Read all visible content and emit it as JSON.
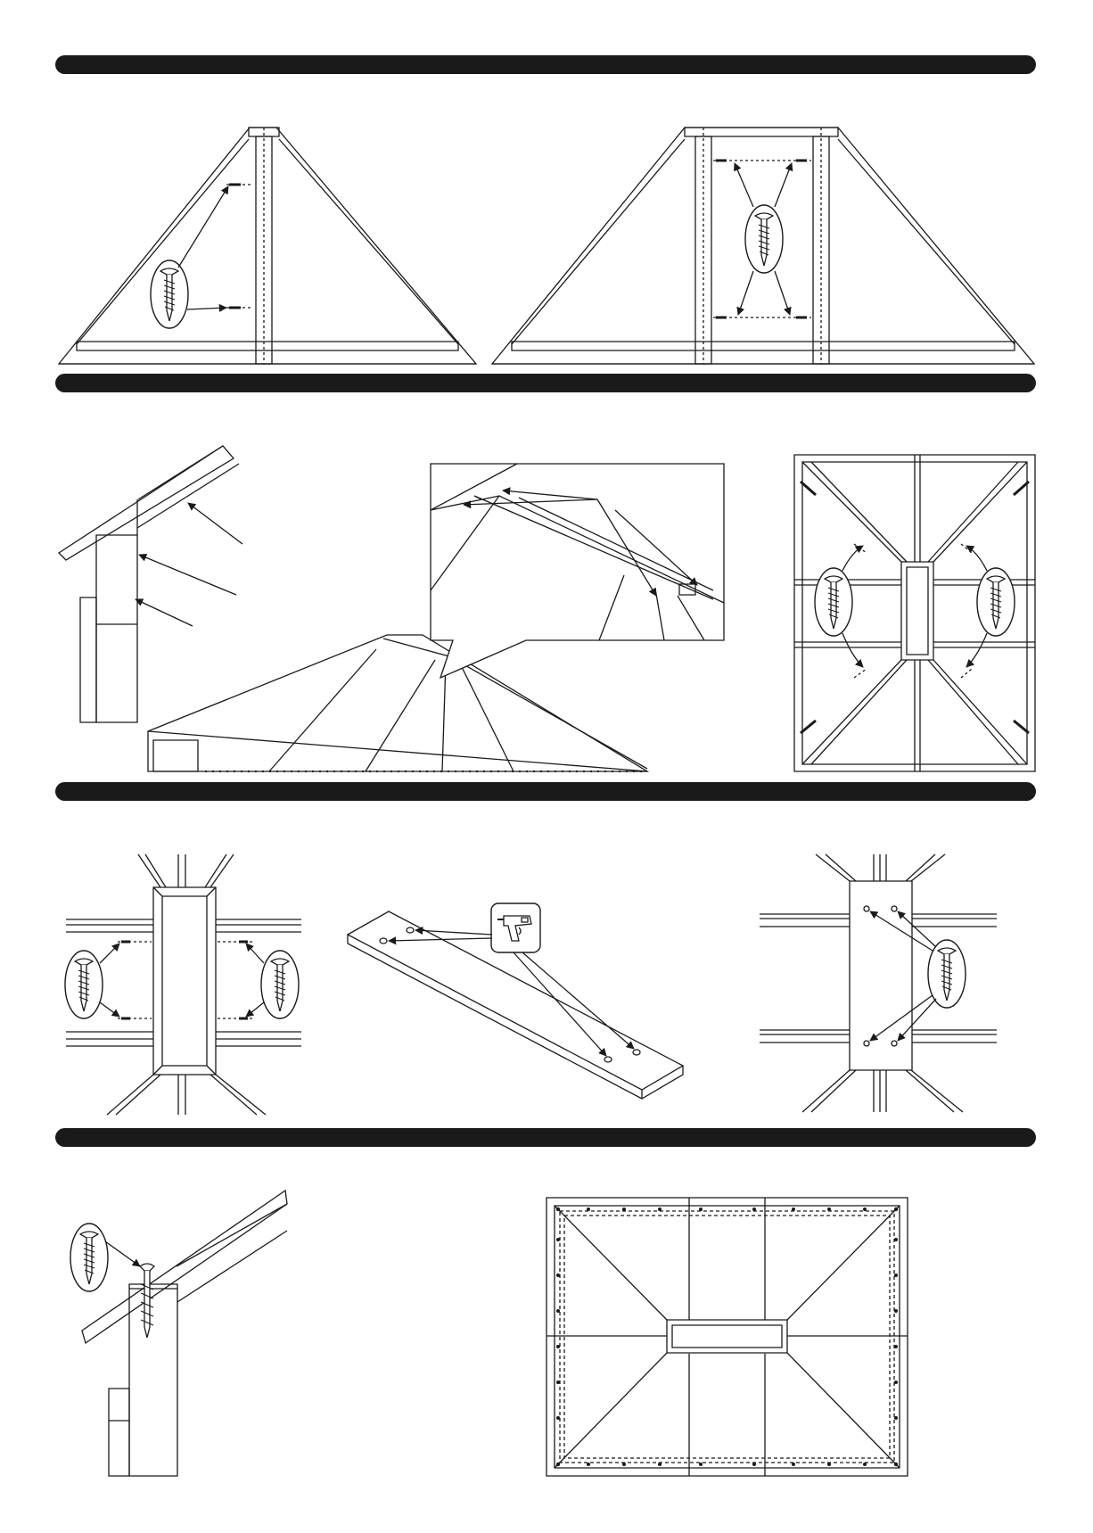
{
  "sections": [
    {
      "name": "step-band-1"
    },
    {
      "name": "step-band-2"
    },
    {
      "name": "step-band-3"
    },
    {
      "name": "step-band-4"
    }
  ],
  "icons": [
    "screw-icon",
    "drill-icon",
    "arrow-icon"
  ],
  "colors": {
    "band": "#1a1a1a",
    "line": "#1a1a1a",
    "paper": "#ffffff"
  }
}
